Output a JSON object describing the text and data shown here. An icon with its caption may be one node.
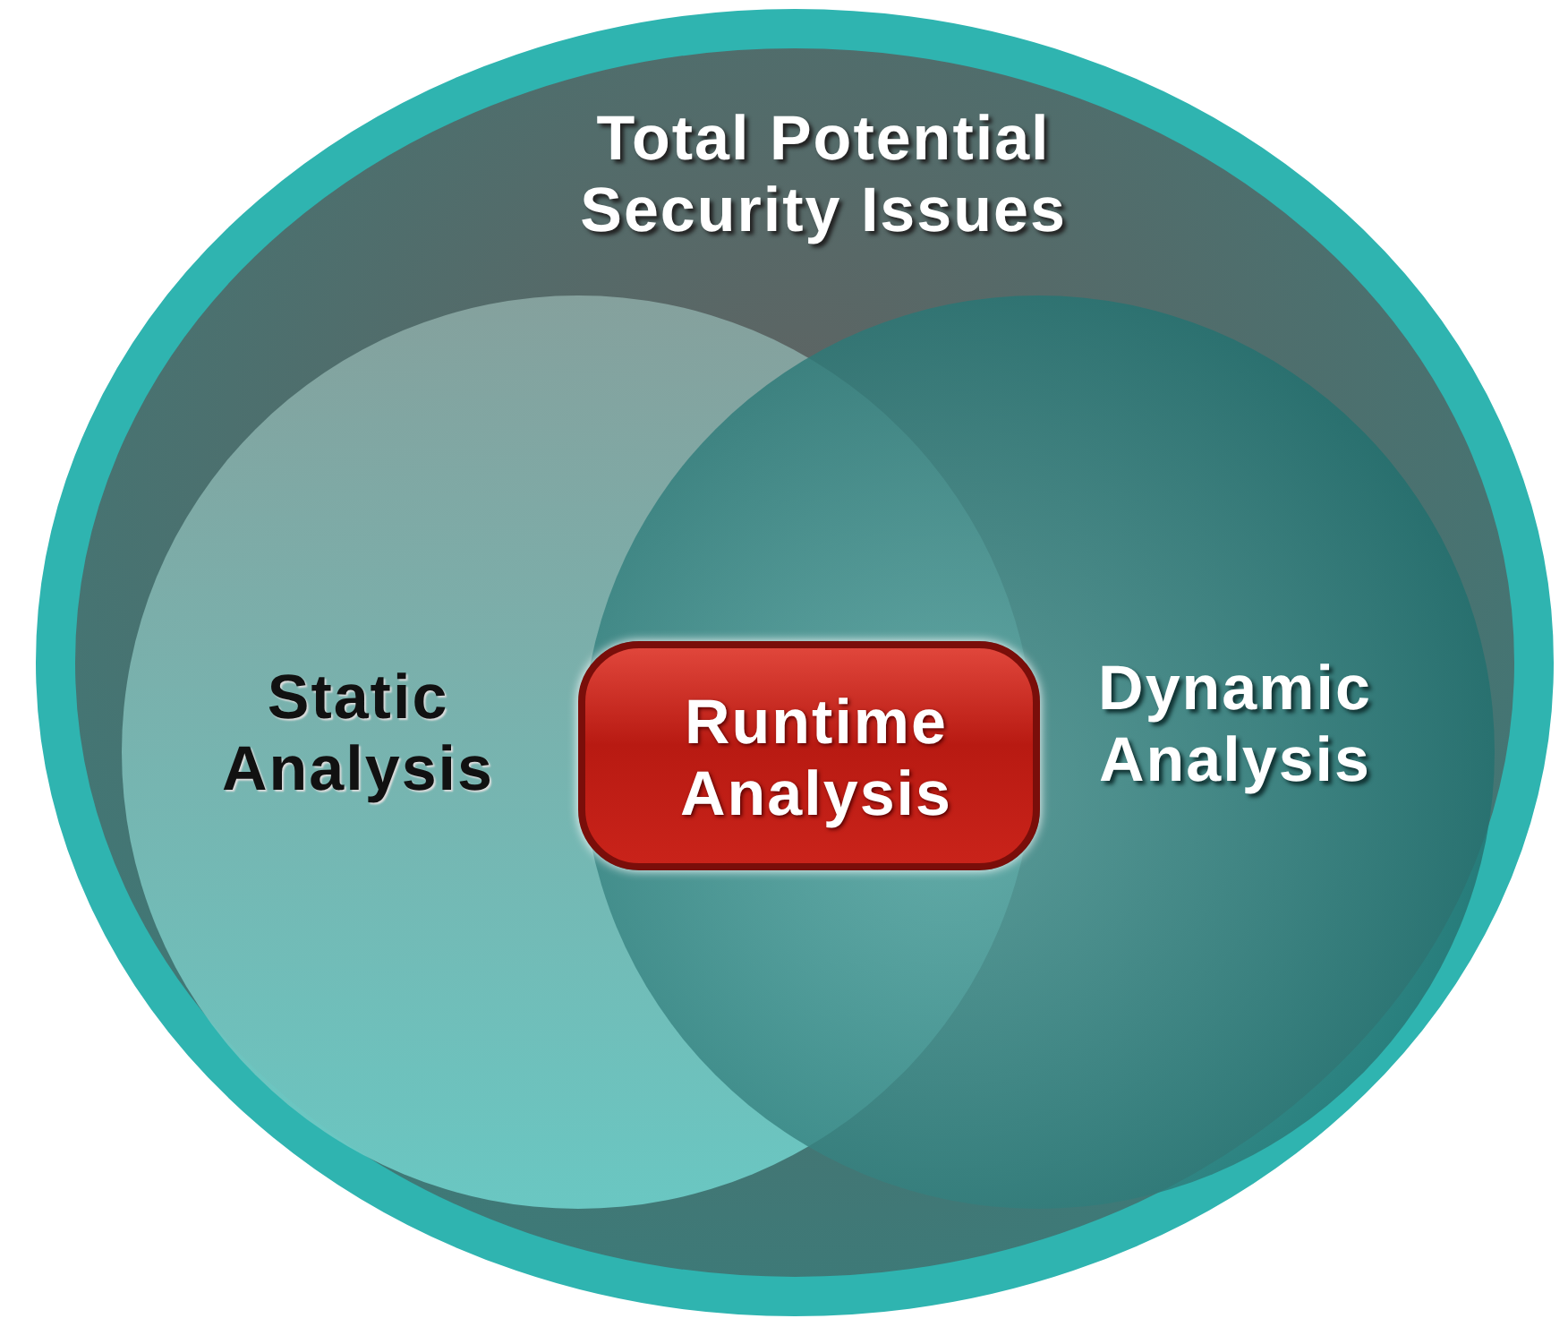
{
  "diagram": {
    "nodes": [
      {
        "text": [
          "Total Potential Security Issues"
        ]
      },
      {
        "text": [
          "Static Analysis"
        ],
        "in": 0
      },
      {
        "text": [
          "Dynamic Analysis"
        ],
        "in": 0
      },
      {
        "text": [
          "Runtime Analysis"
        ]
      }
    ]
  }
}
